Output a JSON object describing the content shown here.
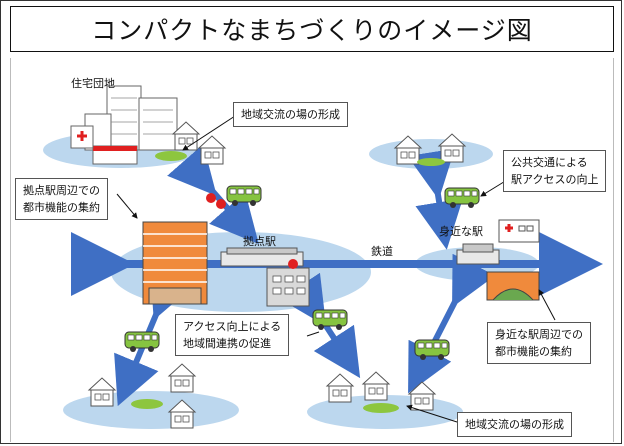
{
  "title": "コンパクトなまちづくりのイメージ図",
  "labels": {
    "housing_complex": "住宅団地",
    "hub_station": "拠点駅",
    "railway": "鉄道",
    "nearby_station": "身近な駅"
  },
  "callouts": {
    "community_top": "地域交流の場の形成",
    "public_transport": "公共交通による\n駅アクセスの向上",
    "hub_functions": "拠点駅周辺での\n都市機能の集約",
    "access_improve": "アクセス向上による\n地域間連携の促進",
    "nearby_functions": "身近な駅周辺での\n都市機能の集約",
    "community_bottom": "地域交流の場の形成"
  },
  "colors": {
    "arrow": "#3f6fc4",
    "ellipse": "#bcd7ee",
    "bus": "#86c440",
    "green_space": "#8dc63f",
    "building_orange": "#f08a3c",
    "building_gray": "#d9d9d9",
    "red_cross": "#e02020"
  }
}
